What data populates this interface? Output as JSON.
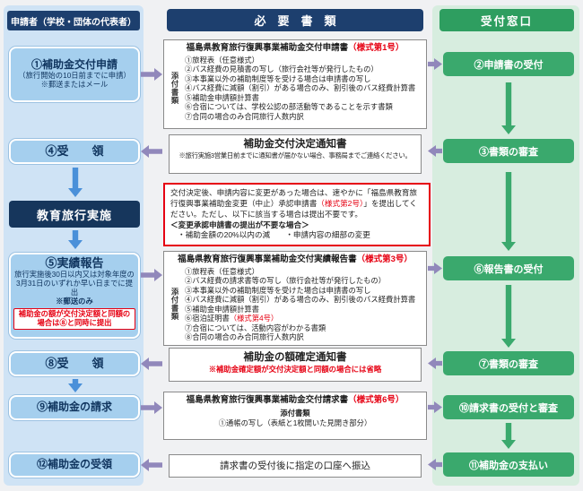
{
  "colors": {
    "header_navy": "#1d3f6e",
    "reception_green": "#2e9e60",
    "applicant_panel_blue": "#cfe3f5",
    "reception_panel_green": "#d7eddf",
    "step_box_blue": "#a5cfee",
    "travel_box_navy": "#16365c",
    "arrow_purple": "#9188bb",
    "arrow_blue": "#4a90d9",
    "arrow_green": "#3aa96d",
    "alert_red": "#e60012"
  },
  "headers": {
    "applicant": "申請者（学校・団体の代表者）",
    "documents": "必　要　書　類",
    "reception": "受付窓口"
  },
  "applicant_column": {
    "step1": {
      "title": "①補助金交付申請",
      "subtitle": "（旅行開始の10日前までに申請）",
      "note": "※郵送またはメール"
    },
    "step4": {
      "label": "④受　　領"
    },
    "travel": {
      "label": "教育旅行実施"
    },
    "step5": {
      "title": "⑤実績報告",
      "subtitle": "旅行実施後30日以内又は対象年度の3月31日のいずれか早い日までに提出",
      "note": "※郵送のみ",
      "alert": "補助金の額が交付決定額と同額の場合は⑧と同時に提出"
    },
    "step8": {
      "label": "⑧受　　領"
    },
    "step9": {
      "label": "⑨補助金の請求"
    },
    "step12": {
      "label": "⑫補助金の受領"
    }
  },
  "reception_column": {
    "step2": {
      "label": "②申請書の受付"
    },
    "step3": {
      "label": "③書類の審査"
    },
    "step6": {
      "label": "⑥報告書の受付"
    },
    "step7": {
      "label": "⑦書類の審査"
    },
    "step10": {
      "label": "⑩請求書の受付と審査"
    },
    "step11": {
      "label": "⑪補助金の支払い"
    }
  },
  "documents_column": {
    "doc1": {
      "title": "福島県教育旅行復興事業補助金交付申請書（様式第1号）",
      "attach_label": "添付書類",
      "items": [
        "①旅程表（任意様式）",
        "②バス経費の見積書の写し（旅行会社等が発行したもの）",
        "③本事業以外の補助制度等を受ける場合は申請書の写し",
        "④バス経費に減額（割引）がある場合のみ、割引後のバス経費計算書",
        "⑤補助金申請額計算書",
        "⑥合宿については、学校公認の部活動等であることを示す書類",
        "⑦合同の場合のみ合同旅行人数内訳"
      ]
    },
    "notice_decision": {
      "title": "補助金交付決定通知書",
      "note": "※旅行実施3営業日前までに通知書が届かない場合、事務局までご連絡ください。"
    },
    "change_warning": {
      "body": "交付決定後、申請内容に変更があった場合は、速やかに「福島県教育旅行復興事業補助金変更（中止）承認申請書（様式第2号）」を提出してください。ただし、以下に該当する場合は提出不要です。",
      "sub_heading": "＜変更承認申請書の提出が不要な場合＞",
      "sub_items": "・補助金額の20%以内の減　　・申請内容の細部の変更"
    },
    "doc3": {
      "title": "福島県教育旅行復興事業補助金交付実績報告書（様式第3号）",
      "attach_label": "添付書類",
      "items": [
        "①旅程表（任意様式）",
        "②バス経費の請求書等の写し（旅行会社等が発行したもの）",
        "③本事業以外の補助制度等を受けた場合は申請書の写し",
        "④バス経費に減額（割引）がある場合のみ、割引後のバス経費計算書",
        "⑤補助金申請額計算書",
        "⑥宿泊証明書（様式第4号）",
        "⑦合宿については、活動内容がわかる書類",
        "⑧合同の場合のみ合同旅行人数内訳"
      ]
    },
    "notice_amount": {
      "title": "補助金の額確定通知書",
      "note": "※補助金確定額が交付決定額と同額の場合には省略"
    },
    "doc6": {
      "title": "福島県教育旅行復興事業補助金交付請求書（様式第6号）",
      "attach_label": "添付書類",
      "items": [
        "①通帳の写し（表紙と1枚開いた見開き部分）"
      ]
    },
    "transfer": {
      "label": "請求書の受付後に指定の口座へ振込"
    }
  }
}
